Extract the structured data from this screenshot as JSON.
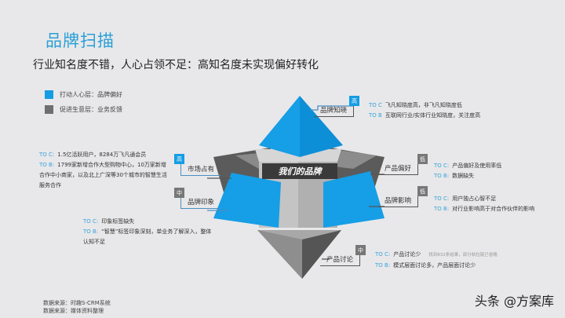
{
  "header": {
    "title": "品牌扫描",
    "subtitle": "行业知名度不错，人心占领不足：高知名度未实现偏好转化"
  },
  "legend": [
    {
      "label": "打动人心层：品牌偏好",
      "color": "#159de4"
    },
    {
      "label": "促进生意层：业务反馈",
      "color": "#6f6f6f"
    }
  ],
  "center": {
    "label": "我们的品牌"
  },
  "colors": {
    "accent": "#159de4",
    "title": "#2a9fd6",
    "gray": "#6f6f6f",
    "dark": "#3a3a3a"
  },
  "dimensions": {
    "brand_awareness": {
      "label": "品牌知晓",
      "level": "高",
      "to_c_key": "TO C",
      "to_c": "飞凡知晓度高，非飞凡知晓度低",
      "to_b_key": "TO B",
      "to_b": "互联网行业/实体行业知晓度，关注度高"
    },
    "market_share": {
      "label": "市场占有",
      "level": "高",
      "to_c_key": "TO C:",
      "to_c": "1.5亿活跃用户，8284万飞凡通会员",
      "to_b_key": "TO B:",
      "to_b": "1799家新增合作大型购物中心，10万家新增合作中小商家，以及北上广深等30个城市的智慧生活服务合作"
    },
    "brand_image": {
      "label": "品牌印象",
      "level": "中",
      "to_c_key": "TO C:",
      "to_c": "印象标签缺失",
      "to_b_key": "TO B:",
      "to_b": "“智慧”标签印象深刻，单业务了解深入，整体认知不足"
    },
    "product_preference": {
      "label": "产品偏好",
      "level": "低",
      "to_c_key": "TO C:",
      "to_c": "产品偏好及使用率低",
      "to_b_key": "TO B:",
      "to_b": "数据缺失"
    },
    "brand_influence": {
      "label": "品牌影响",
      "level": "低",
      "to_c_key": "TO C:",
      "to_c": "用户独占心智不足",
      "to_b_key": "TO B:",
      "to_b": "对行业影响高于对合作伙伴的影响"
    },
    "product_discussion": {
      "label": "产品讨论",
      "level": "中",
      "to_c_key": "TO C:",
      "to_c": "产品讨论少",
      "to_c_extra": "找到832条结果，部分帖拉链已省略",
      "to_b_key": "TO B:",
      "to_b": "模式层面讨论多，产品层面讨论少"
    }
  },
  "footer": {
    "sources": [
      "数据来源：时趣S-CRM系统",
      "数据来源：媒体资料整理"
    ],
    "watermark": "头条 @方案库"
  }
}
